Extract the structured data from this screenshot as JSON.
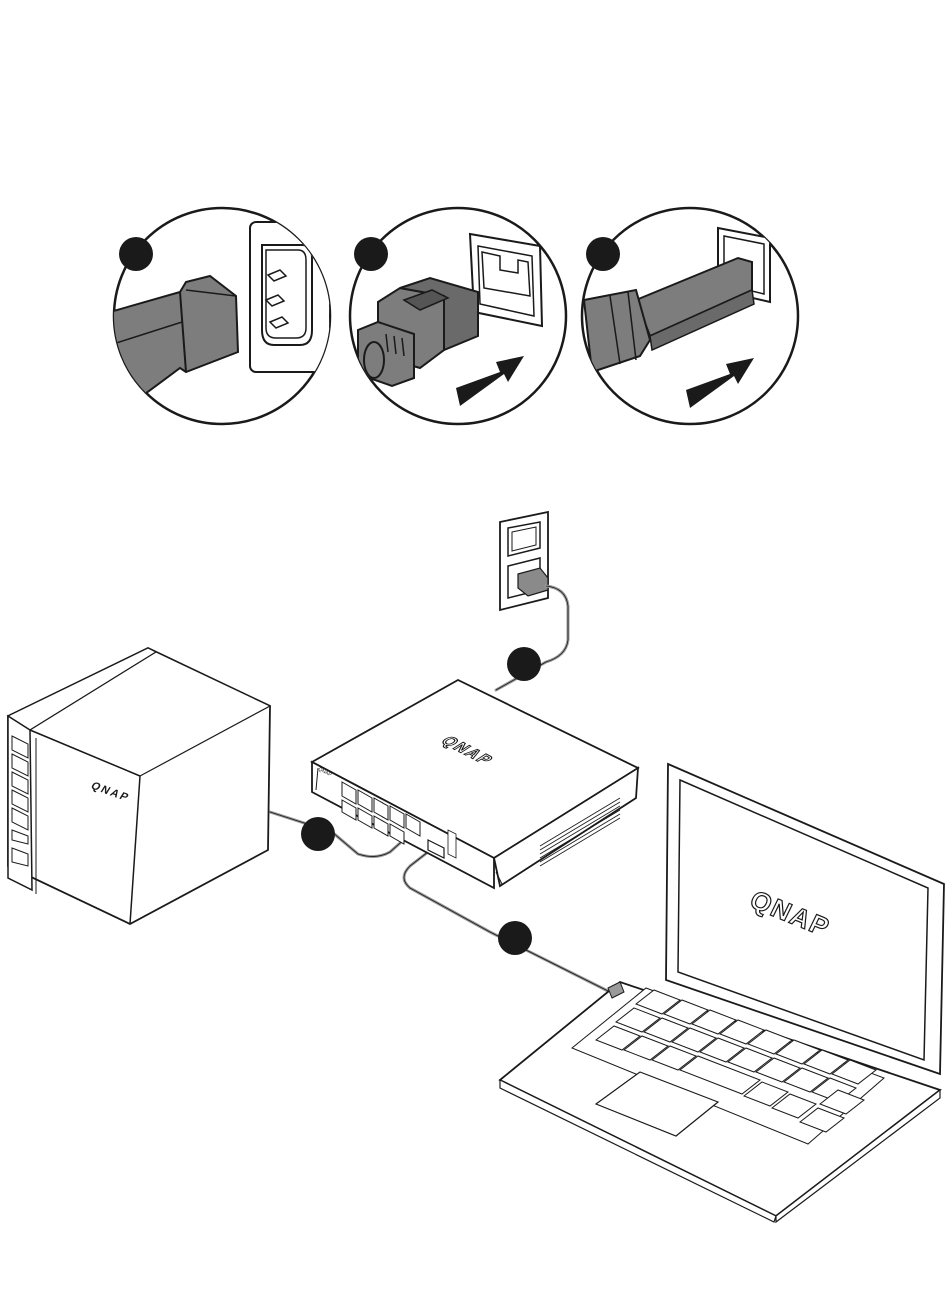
{
  "brand": {
    "name": "QNAP",
    "logo_color": "#1a1a1a"
  },
  "colors": {
    "line": "#1a1a1a",
    "grey_fill": "#7d7d7d",
    "dark_fill": "#555555",
    "cable": "#9a9a9a",
    "step_marker": "#1a1a1a"
  },
  "steps": [
    {
      "id": 1,
      "icon": "power-cord-plug-icon"
    },
    {
      "id": 2,
      "icon": "ethernet-rj45-plug-icon"
    },
    {
      "id": 3,
      "icon": "sfp-transceiver-icon"
    }
  ],
  "devices": [
    {
      "name": "nas",
      "icon": "nas-tower-icon"
    },
    {
      "name": "switch",
      "icon": "network-switch-icon"
    },
    {
      "name": "laptop",
      "icon": "laptop-icon"
    },
    {
      "name": "wall-outlet",
      "icon": "power-outlet-icon"
    }
  ]
}
